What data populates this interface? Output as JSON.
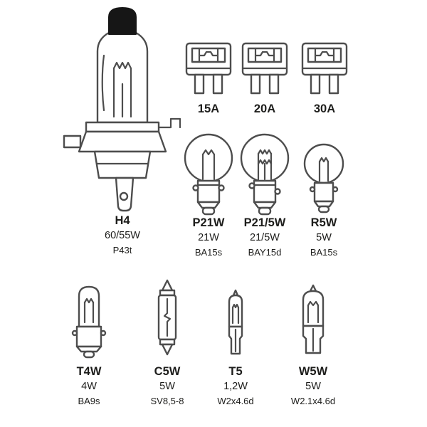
{
  "kit": {
    "main_bulb": {
      "name": "H4",
      "watt": "60/55W",
      "socket": "P43t"
    },
    "fuses": [
      {
        "label": "15A"
      },
      {
        "label": "20A"
      },
      {
        "label": "30A"
      }
    ],
    "middle_row": [
      {
        "name": "P21W",
        "watt": "21W",
        "socket": "BA15s"
      },
      {
        "name": "P21/5W",
        "watt": "21/5W",
        "socket": "BAY15d"
      },
      {
        "name": "R5W",
        "watt": "5W",
        "socket": "BA15s"
      }
    ],
    "bottom_row": [
      {
        "name": "T4W",
        "watt": "4W",
        "socket": "BA9s"
      },
      {
        "name": "C5W",
        "watt": "5W",
        "socket": "SV8,5-8"
      },
      {
        "name": "T5",
        "watt": "1,2W",
        "socket": "W2x4.6d"
      },
      {
        "name": "W5W",
        "watt": "5W",
        "socket": "W2.1x4.6d"
      }
    ]
  },
  "colors": {
    "line": "#4d4d4d",
    "text": "#1d1d1b",
    "cap": "#161616",
    "background": "#ffffff"
  }
}
